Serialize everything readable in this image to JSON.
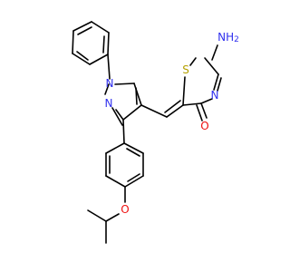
{
  "molecule": {
    "atoms": {
      "n1": {
        "label": "N",
        "color": "#3030ee"
      },
      "n2": {
        "label": "N",
        "color": "#3030ee"
      },
      "s1": {
        "label": "S",
        "color": "#b5a000"
      },
      "n3": {
        "label": "N",
        "color": "#3030ee"
      },
      "nh2": {
        "label": "NH",
        "sub": "2",
        "color": "#3030ee"
      },
      "o1": {
        "label": "O",
        "color": "#ee1010"
      },
      "o2": {
        "label": "O",
        "color": "#ee1010"
      }
    },
    "colors": {
      "bond": "#000000",
      "nitrogen": "#3030ee",
      "oxygen": "#ee1010",
      "sulfur": "#b5a000"
    }
  }
}
